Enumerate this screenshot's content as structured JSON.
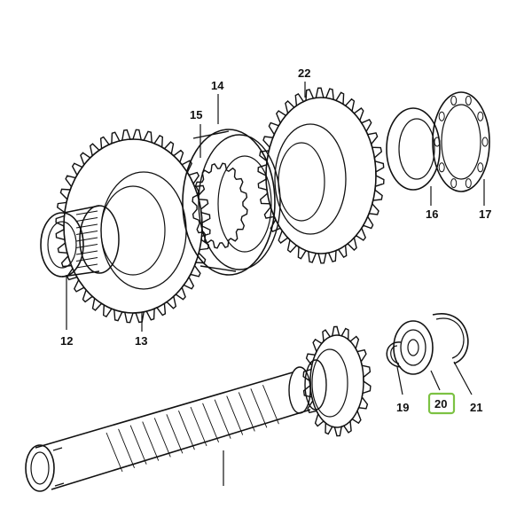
{
  "diagram": {
    "colors": {
      "ink": "#111111",
      "highlight_border": "#7cc243",
      "background": "#ffffff"
    },
    "callouts": [
      {
        "id": "12",
        "label": "12"
      },
      {
        "id": "13",
        "label": "13"
      },
      {
        "id": "14",
        "label": "14"
      },
      {
        "id": "15",
        "label": "15"
      },
      {
        "id": "16",
        "label": "16"
      },
      {
        "id": "17",
        "label": "17"
      },
      {
        "id": "19",
        "label": "19"
      },
      {
        "id": "20",
        "label": "20",
        "highlighted": true
      },
      {
        "id": "21",
        "label": "21"
      },
      {
        "id": "22",
        "label": "22"
      }
    ]
  }
}
